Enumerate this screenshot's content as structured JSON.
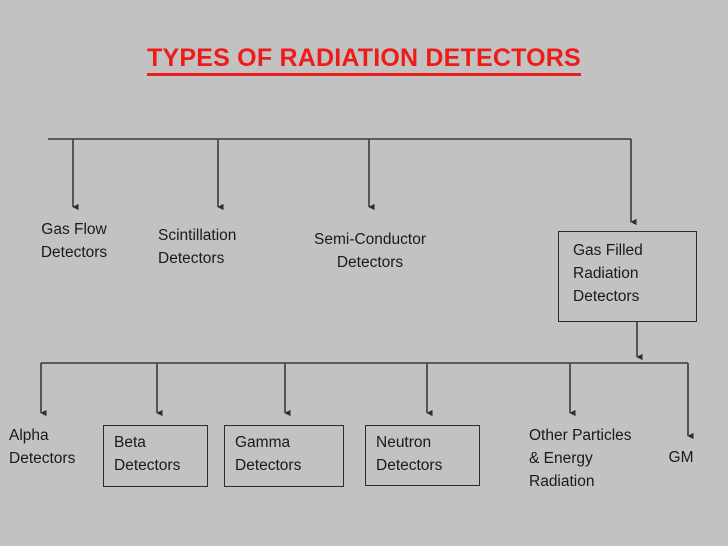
{
  "slide": {
    "background_color": "#c2c2c2",
    "title": "TYPES OF RADIATION DETECTORS",
    "title_color": "#ee1c19"
  },
  "diagram": {
    "type": "tree-flowchart",
    "tier1": [
      {
        "id": "gas-flow",
        "label": "Gas Flow\nDetectors",
        "boxed": false
      },
      {
        "id": "scintillation",
        "label": "Scintillation\nDetectors",
        "boxed": false
      },
      {
        "id": "semi-conductor",
        "label": "Semi-Conductor\nDetectors",
        "boxed": false
      },
      {
        "id": "gas-filled",
        "label": "Gas Filled\nRadiation\nDetectors",
        "boxed": true
      }
    ],
    "tier2": [
      {
        "id": "alpha",
        "label": "Alpha\nDetectors",
        "boxed": false
      },
      {
        "id": "beta",
        "label": "Beta\nDetectors",
        "boxed": true
      },
      {
        "id": "gamma",
        "label": "Gamma\nDetectors",
        "boxed": true
      },
      {
        "id": "neutron",
        "label": "Neutron\nDetectors",
        "boxed": true
      },
      {
        "id": "other",
        "label": "Other Particles\n& Energy\nRadiation",
        "boxed": false
      },
      {
        "id": "gm",
        "label": "GM",
        "boxed": false
      }
    ],
    "line_color": "#333333"
  }
}
